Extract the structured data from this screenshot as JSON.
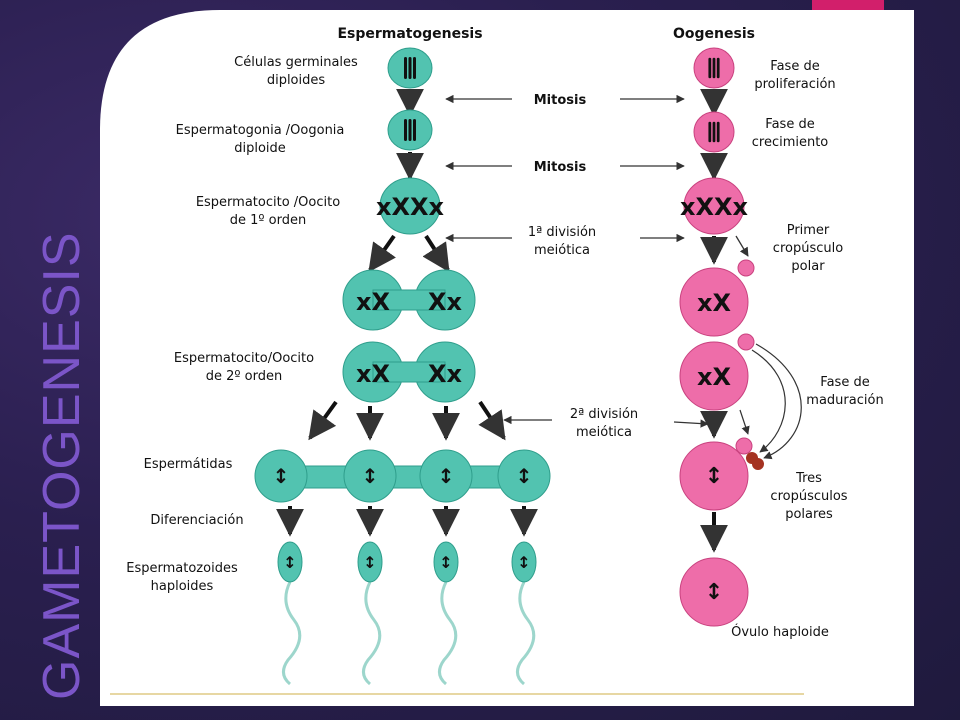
{
  "side_title": "GAMETOGENESIS",
  "headers": {
    "left": "Espermatogenesis",
    "right": "Oogenesis"
  },
  "left_labels": {
    "l1a": "Células germinales",
    "l1b": "diploides",
    "l2a": "Espermatogonia /Oogonia",
    "l2b": "diploide",
    "l3a": "Espermatocito /Oocito",
    "l3b": "de 1º orden",
    "l4a": "Espermatocito/Oocito",
    "l4b": "de 2º orden",
    "l5": "Espermátidas",
    "l6": "Diferenciación",
    "l7a": "Espermatozoides",
    "l7b": "haploides"
  },
  "center_labels": {
    "c1": "Mitosis",
    "c2": "Mitosis",
    "c3a": "1ª división",
    "c3b": "meiótica",
    "c4a": "2ª división",
    "c4b": "meiótica"
  },
  "right_labels": {
    "r1a": "Fase de",
    "r1b": "proliferación",
    "r2a": "Fase de",
    "r2b": "crecimiento",
    "r3a": "Primer",
    "r3b": "cropúsculo",
    "r3c": "polar",
    "r4a": "Fase de",
    "r4b": "maduración",
    "r5a": "Tres",
    "r5b": "cropúsculos",
    "r5c": "polares",
    "r6": "Óvulo haploide"
  },
  "colors": {
    "teal": "#52c3b0",
    "teal_dark": "#2f9e8c",
    "pink": "#ee6da9",
    "pink_dark": "#c9427f",
    "polar_red": "#a53221",
    "chromosome": "#111111",
    "tail": "#9dd6cc",
    "title_purple": "#7b55c8",
    "accent_tab": "#d21f6b"
  }
}
